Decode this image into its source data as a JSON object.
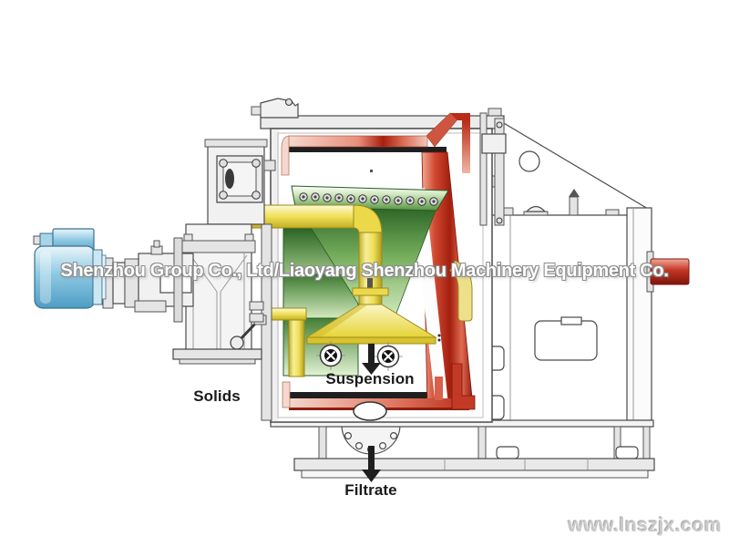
{
  "watermark": {
    "company": "Shenzhou Group Co., Ltd/Liaoyang Shenzhou Machinery Equipment Co.",
    "website": "www.lnszjx.com"
  },
  "labels": {
    "solids": "Solids",
    "suspension": "Suspension",
    "filtrate": "Filtrate"
  },
  "colors": {
    "background": "#ffffff",
    "label_text": "#1a1a1a",
    "watermark_gray": "#cbcbcb",
    "motor_blue": "#7fc0de",
    "basket_green": "#4d8a3c",
    "feed_yellow": "#ecd94a",
    "casing_red": "#c0301c",
    "casing_pink": "#f5d8cd",
    "line_gray": "#4a4a4a"
  }
}
